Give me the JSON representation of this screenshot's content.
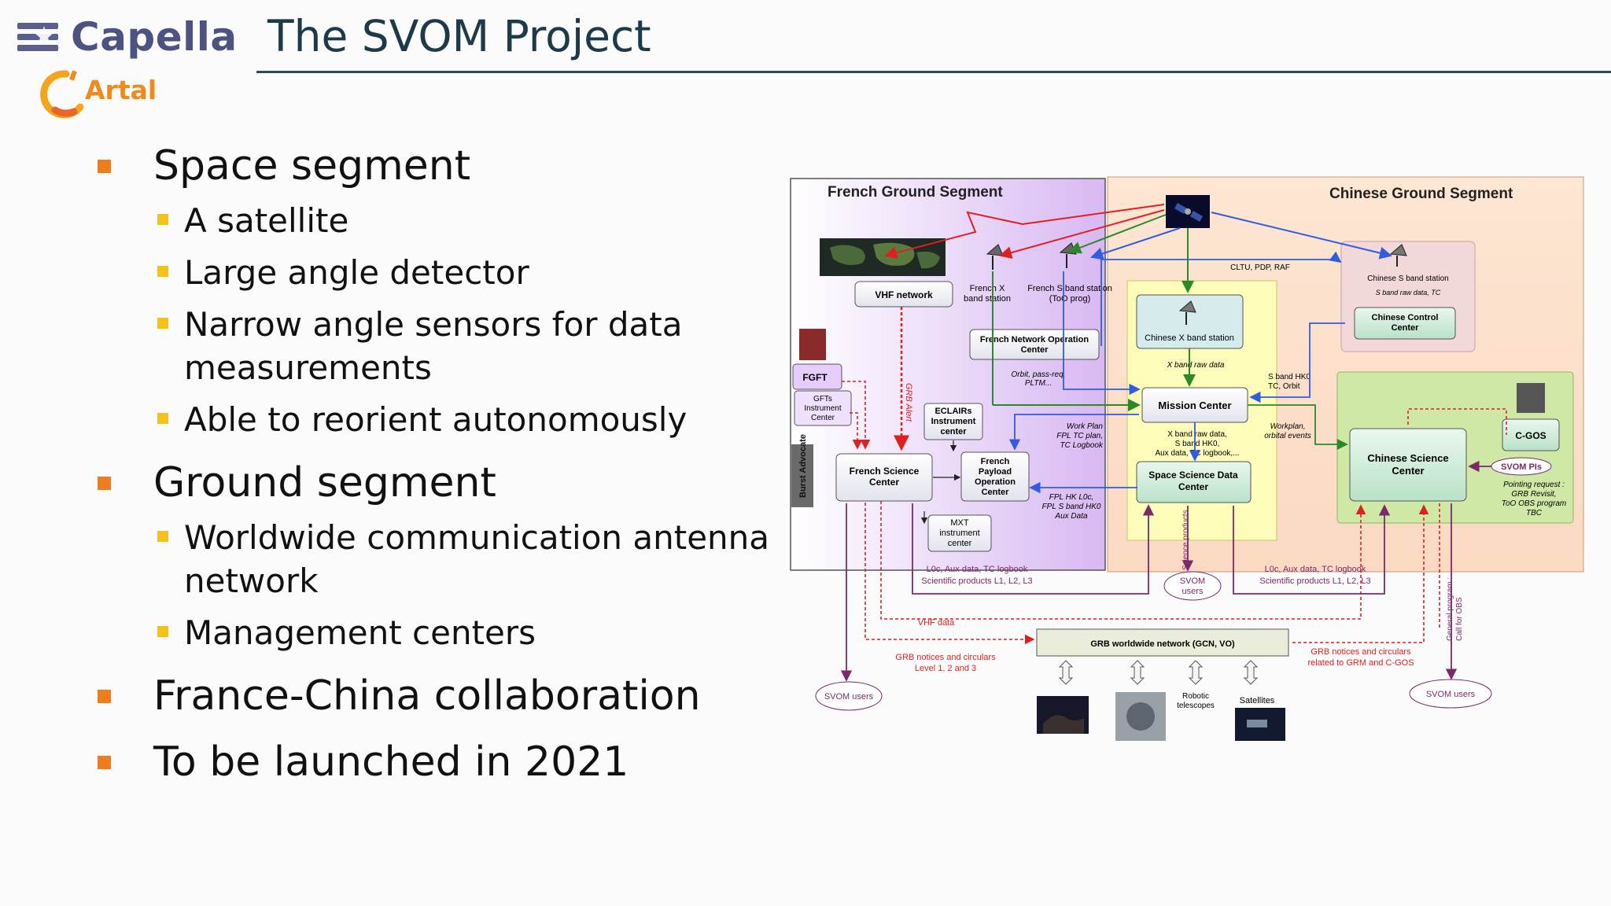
{
  "brand": {
    "capella": "Capella",
    "artal": "Artal"
  },
  "slide": {
    "title": "The SVOM Project"
  },
  "bullets": [
    {
      "text": "Space segment",
      "children": [
        {
          "text": "A satellite"
        },
        {
          "text": "Large angle detector"
        },
        {
          "text": "Narrow angle sensors for data measurements"
        },
        {
          "text": "Able to reorient autonomously"
        }
      ]
    },
    {
      "text": "Ground segment",
      "children": [
        {
          "text": "Worldwide communication antenna network"
        },
        {
          "text": "Management centers"
        }
      ]
    },
    {
      "text": "France-China collaboration",
      "children": []
    },
    {
      "text": "To be launched in 2021",
      "children": []
    }
  ],
  "diagram": {
    "french_segment": "French Ground Segment",
    "chinese_segment": "Chinese Ground Segment",
    "vhf_network": "VHF network",
    "french_x_band": [
      "French X",
      "band station"
    ],
    "french_s_band": [
      "French  S band station",
      "(ToO prog)"
    ],
    "french_noc": [
      "French Network Operation",
      "Center"
    ],
    "orbit_note": [
      "Orbit, pass-req,",
      "PLTM..."
    ],
    "fgft": "FGFT",
    "gfts": [
      "GFTs",
      "Instrument",
      "Center"
    ],
    "eclairs": [
      "ECLAIRs",
      "Instrument",
      "center"
    ],
    "grb_alert": "GRB Alert",
    "burst_advocate": "Burst Advocate",
    "french_science": [
      "French Science",
      "Center"
    ],
    "french_payload": [
      "French",
      "Payload",
      "Operation",
      "Center"
    ],
    "mxt": [
      "MXT",
      "instrument",
      "center"
    ],
    "work_plan": [
      "Work Plan",
      "FPL TC plan,",
      "TC Logbook"
    ],
    "fpl_hk": [
      "FPL HK L0c,",
      "FPL S band HK0",
      "Aux Data"
    ],
    "cltu": "CLTU, PDP, RAF",
    "chinese_x_band": "Chinese X band station",
    "x_band_raw": "X band raw data",
    "chinese_s_band": "Chinese S band station",
    "s_band_raw": "S band raw data, TC",
    "chinese_control": [
      "Chinese Control",
      "Center"
    ],
    "s_band_hk": [
      "S band HK0",
      "TC, Orbit"
    ],
    "mission_center": "Mission Center",
    "workplan": [
      "Workplan,",
      "orbital events"
    ],
    "x_band_raw_data": [
      "X band raw  data,",
      "S band HK0,",
      "Aux data, TC logbook,..."
    ],
    "space_science": [
      "Space Science Data",
      "Center"
    ],
    "chinese_science": [
      "Chinese Science",
      "Center"
    ],
    "cgos": "C-GOS",
    "svom_pis": "SVOM PIs",
    "pointing": [
      "Pointing request :",
      "GRB Revisit,",
      "ToO OBS program",
      "TBC"
    ],
    "science_products": "Science products",
    "svom_users_mid": [
      "SVOM",
      "users"
    ],
    "l0c_left": [
      "L0c, Aux data, TC logbook",
      "Scientific products L1, L2, L3"
    ],
    "l0c_right": [
      "L0c, Aux data, TC logbook",
      "Scientific products L1, L2, L3"
    ],
    "vhf_data": "VHF data",
    "grb_network": "GRB worldwide network (GCN, VO)",
    "grb_notices_left": [
      "GRB notices and circulars",
      "Level 1, 2 and 3"
    ],
    "grb_notices_right": [
      "GRB notices and circulars",
      "related to GRM and C-GOS"
    ],
    "general_program": [
      "General program :",
      "Call for OBS"
    ],
    "svom_users_left": "SVOM users",
    "svom_users_right": "SVOM users",
    "robotic": [
      "Robotic",
      "telescopes"
    ],
    "satellites": "Satellites"
  },
  "colors": {
    "accent_orange": "#ee7e1d",
    "accent_yellow": "#f5c11c",
    "title": "#1d3a48"
  }
}
